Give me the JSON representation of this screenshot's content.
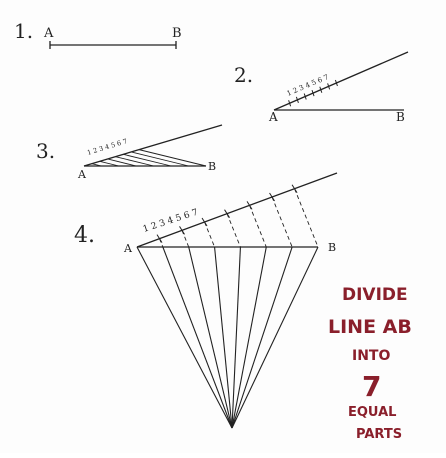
{
  "steps": {
    "s1": {
      "num": "1.",
      "a": "A",
      "b": "B"
    },
    "s2": {
      "num": "2.",
      "a": "A",
      "b": "B",
      "ticks": "1 2 3 4 5 6 7"
    },
    "s3": {
      "num": "3.",
      "a": "A",
      "b": "B",
      "ticks": "1 2 3 4 5 6 7"
    },
    "s4": {
      "num": "4.",
      "a": "A",
      "b": "B",
      "ticks": "1 2 3 4 5 6 7"
    }
  },
  "caption": {
    "line1": "DIVIDE",
    "line2": "LINE AB",
    "line3": "INTO",
    "line4": "7",
    "line5": "EQUAL",
    "line6": "PARTS"
  },
  "colors": {
    "ink": "#222222",
    "caption": "#8a1f2b"
  }
}
